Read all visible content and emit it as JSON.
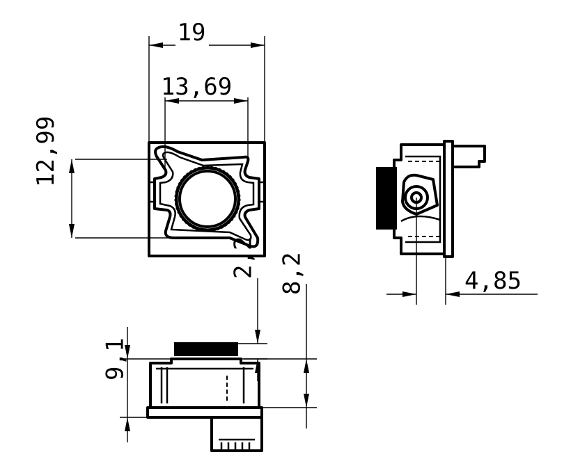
{
  "drawing": {
    "dimensions": {
      "front_width": "19",
      "front_inner_width": "13,69",
      "front_height": "12,99",
      "side_offset": "4,85",
      "bottom_small_height": "2,2",
      "bottom_total_height": "8,2",
      "bottom_left_height": "9,1"
    }
  }
}
